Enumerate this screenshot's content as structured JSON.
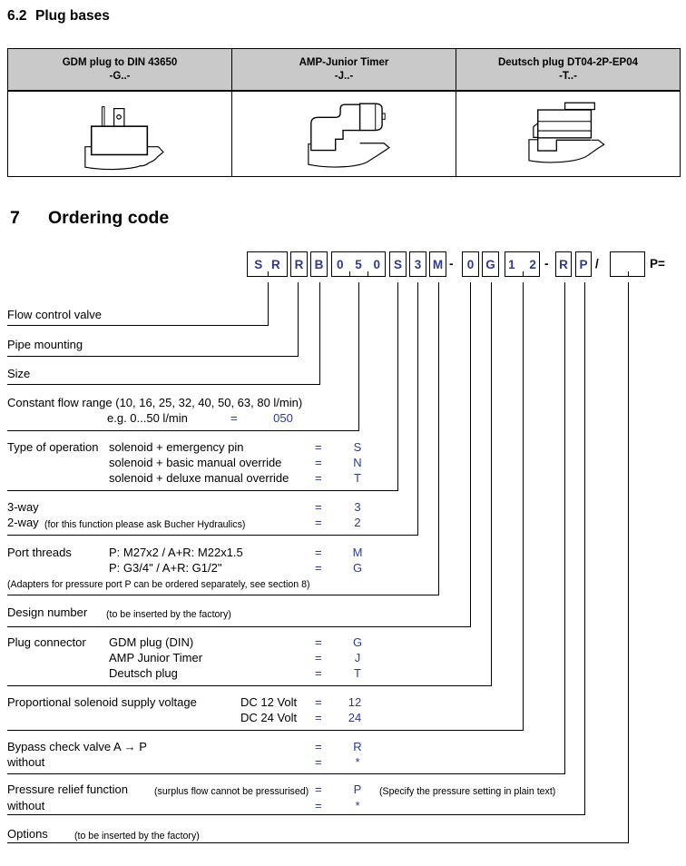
{
  "page": {
    "heading_62": {
      "number": "6.2",
      "title": "Plug bases"
    },
    "heading_7": {
      "number": "7",
      "title": "Ordering code"
    }
  },
  "plug_table": {
    "columns": [
      {
        "title": "GDM plug to DIN 43650",
        "code": "-G..-",
        "icon": "gdm-plug-drawing"
      },
      {
        "title": "AMP-Junior Timer",
        "code": "-J..-",
        "icon": "amp-junior-timer-drawing"
      },
      {
        "title": "Deutsch plug DT04-2P-EP04",
        "code": "-T..-",
        "icon": "deutsch-plug-drawing"
      }
    ]
  },
  "ordering_code": {
    "eq": "=",
    "boxes": [
      {
        "chars": "S R"
      },
      {
        "chars": "R"
      },
      {
        "chars": "B"
      },
      {
        "chars": "0 5 0"
      },
      {
        "chars": "S"
      },
      {
        "chars": "3"
      },
      {
        "chars": "M"
      },
      {
        "chars": "0"
      },
      {
        "chars": "G"
      },
      {
        "chars": "1 2"
      },
      {
        "chars": "R"
      },
      {
        "chars": "P"
      },
      {
        "chars": ""
      }
    ],
    "separators": {
      "dash": "-",
      "slash": "/",
      "suffix": "P="
    },
    "rows": {
      "r1": {
        "label": "Flow control valve"
      },
      "r2": {
        "label": "Pipe mounting"
      },
      "r3": {
        "label": "Size"
      },
      "r4": {
        "line1": "Constant flow range (10, 16, 25, 32, 40, 50, 63, 80 l/min)",
        "example": "e.g. 0...50 l/min",
        "value": "050"
      },
      "r5": {
        "label": "Type of operation",
        "opt1": "solenoid + emergency pin",
        "val1": "S",
        "opt2": "solenoid + basic manual override",
        "val2": "N",
        "opt3": "solenoid + deluxe manual override",
        "val3": "T"
      },
      "r6": {
        "opt1": "3-way",
        "val1": "3",
        "opt2": "2-way",
        "note2": "(for this function please ask Bucher Hydraulics)",
        "val2": "2"
      },
      "r7": {
        "label": "Port threads",
        "opt1": "P: M27x2 / A+R: M22x1.5",
        "val1": "M",
        "opt2": "P: G3/4\" / A+R: G1/2\"",
        "val2": "G",
        "note": "(Adapters for pressure port P can be ordered separately, see section 8)"
      },
      "r8": {
        "label": "Design number",
        "note": "(to be inserted by the factory)"
      },
      "r9": {
        "label": "Plug connector",
        "opt1": "GDM plug (DIN)",
        "val1": "G",
        "opt2": "AMP Junior Timer",
        "val2": "J",
        "opt3": "Deutsch plug",
        "val3": "T"
      },
      "r10": {
        "label": "Proportional solenoid supply voltage",
        "opt1": "DC 12 Volt",
        "val1": "12",
        "opt2": "DC 24 Volt",
        "val2": "24"
      },
      "r11": {
        "opt1": "Bypass check valve A → P",
        "val1": "R",
        "opt2": "without",
        "val2": "*"
      },
      "r12": {
        "label": "Pressure relief function",
        "note": "(surplus flow cannot be pressurised)",
        "val1": "P",
        "value_note": "(Specify the pressure setting in plain text)",
        "opt2": "without",
        "val2": "*"
      },
      "r13": {
        "label": "Options",
        "note": "(to be inserted by the factory)"
      }
    }
  },
  "colors": {
    "value_accent": "#2c3a96",
    "table_header_fill": "#c9c9c9",
    "line_color": "#000000"
  }
}
